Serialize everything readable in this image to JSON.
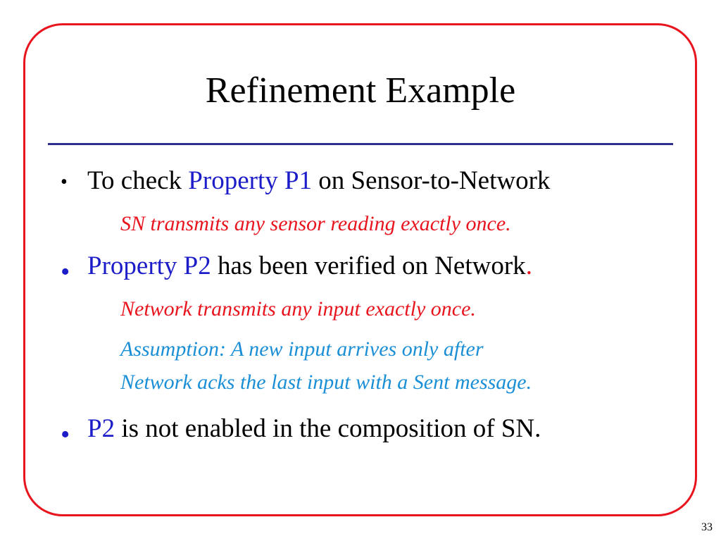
{
  "slide": {
    "title": "Refinement Example",
    "page_number": "33"
  },
  "bullets": [
    {
      "bullet": "•",
      "prefix": "To check ",
      "highlight": "Property P1",
      "suffix": " on Sensor-to-Network",
      "sub": [
        "SN transmits any sensor reading exactly once."
      ]
    },
    {
      "bullet": "•",
      "highlight": "Property P2",
      "suffix": " has been verified on Network",
      "period": ".",
      "sub": [
        "Network transmits any input exactly once.",
        "Assumption: A new input arrives only after",
        "Network acks the last input with a Sent message."
      ]
    },
    {
      "bullet": "•",
      "highlight": "P2",
      "suffix": " is not enabled in the composition of SN."
    }
  ],
  "colors": {
    "frame_border": "#e8141e",
    "rule": "#2e2e8e",
    "highlight": "#1c1cc8",
    "red_text": "#e8141e",
    "assumption_text": "#1a8fd6"
  }
}
